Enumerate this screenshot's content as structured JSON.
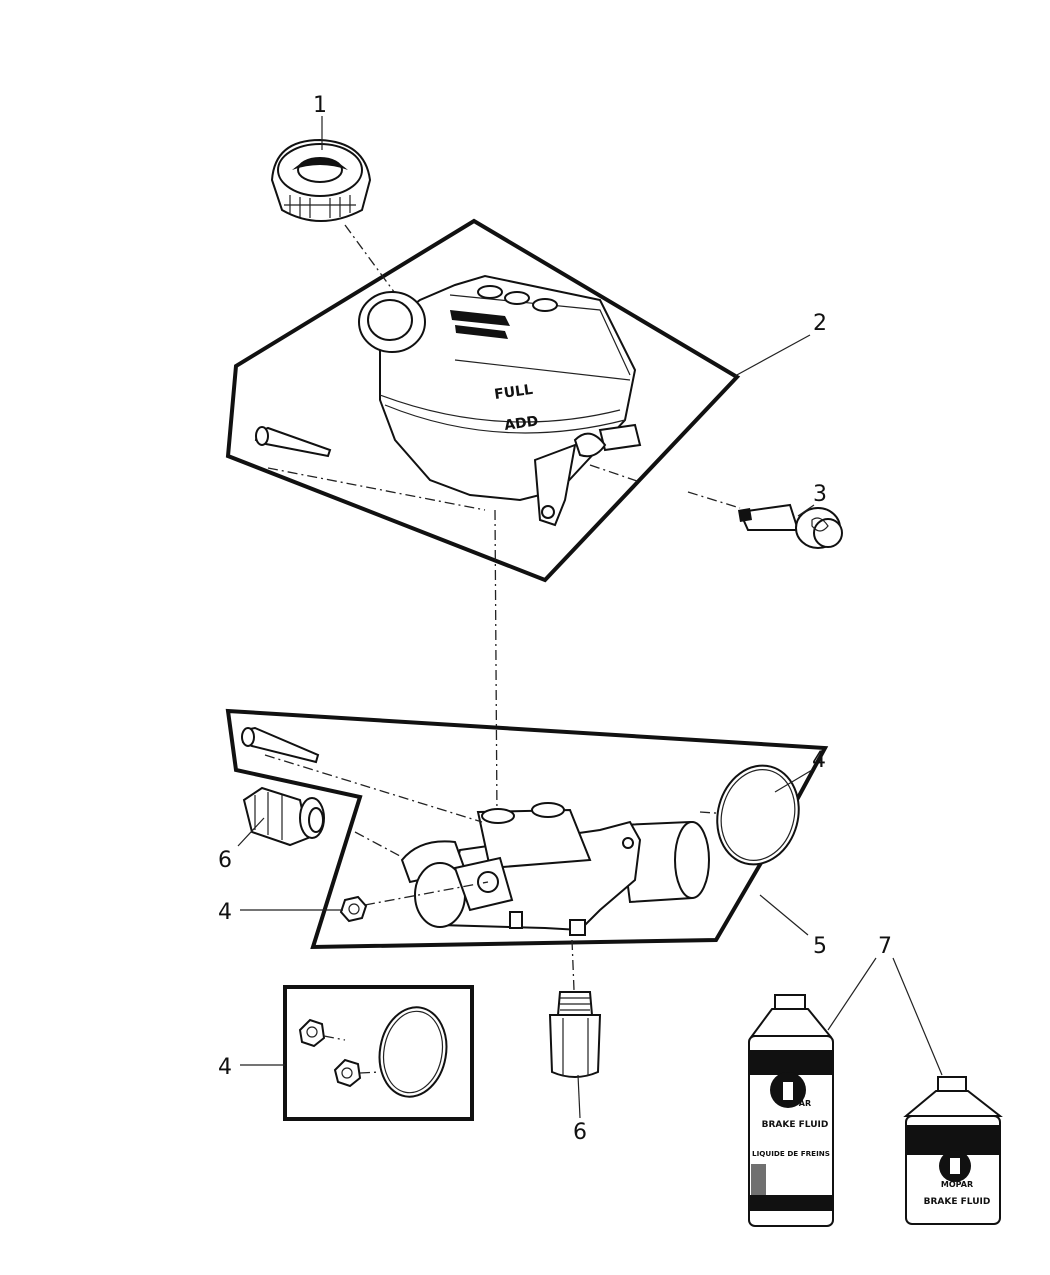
{
  "diagram": {
    "callouts": [
      {
        "id": "1",
        "part": "reservoir-cap"
      },
      {
        "id": "2",
        "part": "reservoir"
      },
      {
        "id": "3",
        "part": "fluid-level-sensor"
      },
      {
        "id": "4",
        "part": "seal-ring"
      },
      {
        "id": "4",
        "part": "nut"
      },
      {
        "id": "5",
        "part": "master-cylinder"
      },
      {
        "id": "6",
        "part": "proportioning-valve-upper"
      },
      {
        "id": "4",
        "part": "seal-kit"
      },
      {
        "id": "6",
        "part": "proportioning-valve-lower"
      },
      {
        "id": "7",
        "part": "brake-fluid"
      }
    ],
    "reservoir_marks": {
      "full": "FULL",
      "add": "ADD"
    },
    "bottle_large": {
      "brand": "MOPAR",
      "label_en": "BRAKE FLUID",
      "label_fr": "LIQUIDE DE FREINS"
    },
    "bottle_small": {
      "brand": "MOPAR",
      "label_en": "BRAKE FLUID"
    }
  }
}
